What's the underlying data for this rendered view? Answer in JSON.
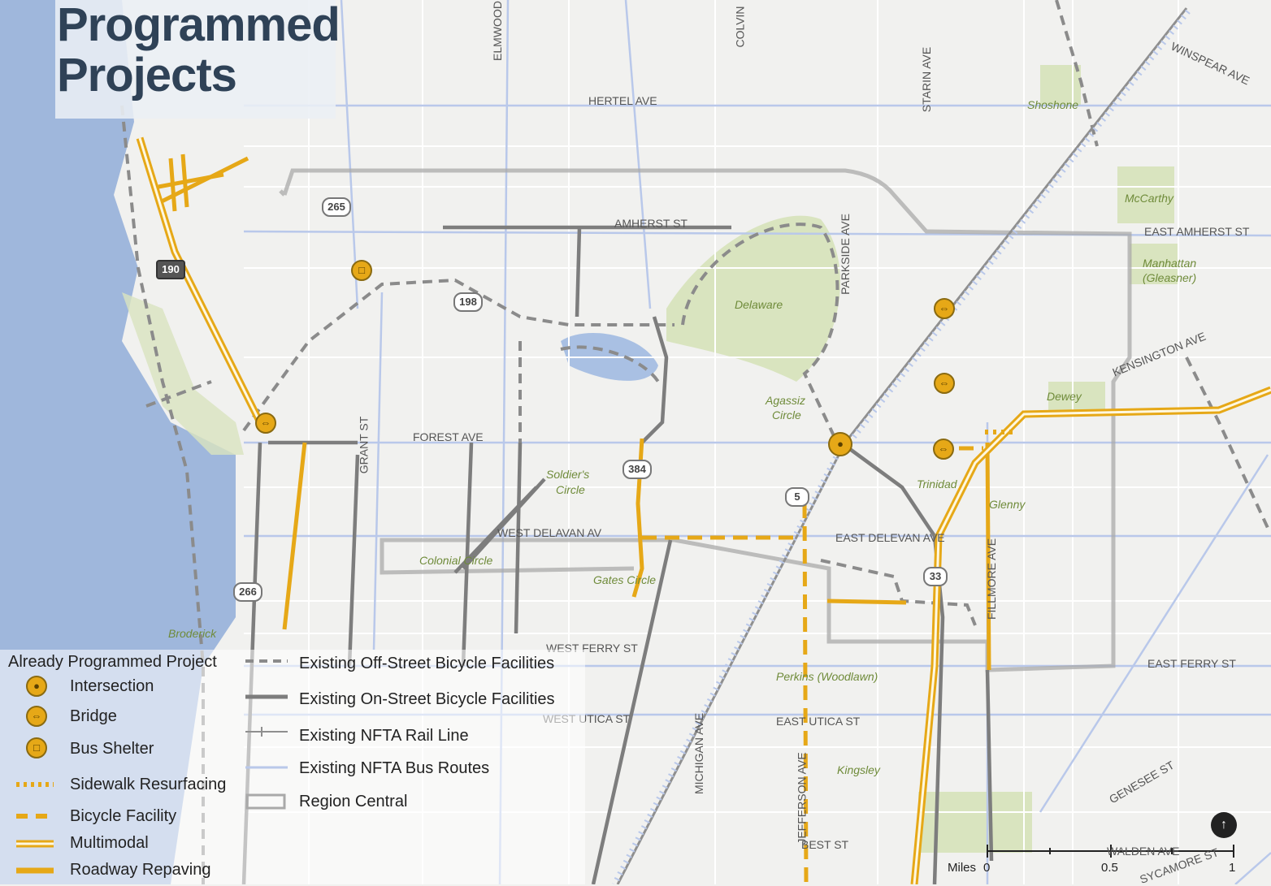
{
  "title_lines": [
    "Programmed",
    "Projects"
  ],
  "colors": {
    "project": "#e6a817",
    "off_street": "#8b8b8b",
    "on_street": "#7d7d7d",
    "rail": "#8f8f8f",
    "bus_route": "#b9c8ea",
    "region": "#a9a9a9",
    "water": "#9fb7dc",
    "park": "#d9e4bf"
  },
  "legend": {
    "heading": "Already Programmed Project",
    "items_left": [
      {
        "label": "Intersection",
        "icon": "intersection-icon"
      },
      {
        "label": "Bridge",
        "icon": "bridge-icon"
      },
      {
        "label": "Bus Shelter",
        "icon": "bus-shelter-icon"
      },
      {
        "label": "Sidewalk Resurfacing",
        "icon": "dotted-line-icon"
      },
      {
        "label": "Bicycle Facility",
        "icon": "dashed-line-icon"
      },
      {
        "label": "Multimodal",
        "icon": "double-line-icon"
      },
      {
        "label": "Roadway Repaving",
        "icon": "solid-line-icon"
      }
    ],
    "items_right": [
      {
        "label": "Existing Off-Street Bicycle Facilities",
        "icon": "dashed-gray-line-icon"
      },
      {
        "label": "Existing On-Street Bicycle Facilities",
        "icon": "solid-gray-line-icon"
      },
      {
        "label": "Existing NFTA Rail Line",
        "icon": "rail-line-icon"
      },
      {
        "label": "Existing NFTA Bus Routes",
        "icon": "blue-line-icon"
      },
      {
        "label": "Region Central",
        "icon": "region-box-icon"
      }
    ]
  },
  "streets": {
    "elmwood": "ELMWOOD",
    "colvin": "COLVIN",
    "hertel": "HERTEL AVE",
    "starin": "STARIN AVE",
    "winspear": "WINSPEAR AVE",
    "amherst": "AMHERST ST",
    "east_amherst": "EAST AMHERST ST",
    "parkside": "PARKSIDE AVE",
    "kensington": "KENSINGTON AVE",
    "forest": "FOREST AVE",
    "grant": "GRANT ST",
    "west_delavan": "WEST DELAVAN AV",
    "east_delevan": "EAST DELEVAN AVE",
    "fillmore": "FILLMORE AVE",
    "west_ferry": "WEST FERRY ST",
    "east_ferry": "EAST FERRY ST",
    "west_utica": "WEST UTICA ST",
    "east_utica": "EAST UTICA ST",
    "michigan": "MICHIGAN AVE",
    "jefferson": "JEFFERSON AVE",
    "genesee": "GENESEE ST",
    "best": "BEST ST",
    "walden": "WALDEN AVE",
    "sycamore": "SYCAMORE ST"
  },
  "places": {
    "shoshone": "Shoshone",
    "mccarthy": "McCarthy",
    "manhattan": "Manhattan",
    "gleasner": "(Gleasner)",
    "delaware": "Delaware",
    "agassiz": "Agassiz",
    "agassiz2": "Circle",
    "dewey": "Dewey",
    "trinidad": "Trinidad",
    "glenny": "Glenny",
    "soldiers": "Soldier's",
    "soldiers2": "Circle",
    "colonial": "Colonial Circle",
    "gates": "Gates Circle",
    "broderick": "Broderick",
    "perkins": "Perkins (Woodlawn)",
    "kingsley": "Kingsley"
  },
  "routes": {
    "r190": "190",
    "r265": "265",
    "r198": "198",
    "r384": "384",
    "r5": "5",
    "r33": "33",
    "r266": "266"
  },
  "scale": {
    "label": "Miles",
    "ticks": [
      "0",
      "0.5",
      "1"
    ]
  }
}
